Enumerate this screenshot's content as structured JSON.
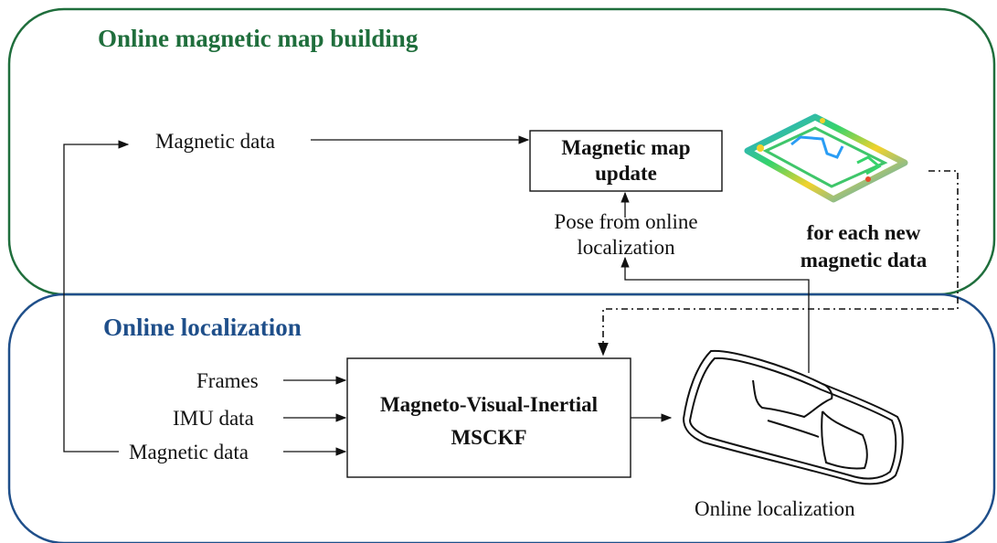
{
  "panels": {
    "map_building_title": "Online magnetic map building",
    "localization_title": "Online localization"
  },
  "map_building": {
    "magnetic_data_label": "Magnetic data",
    "map_update_line1": "Magnetic map",
    "map_update_line2": "update",
    "pose_line1": "Pose from online",
    "pose_line2": "localization",
    "note_line1": "for each new",
    "note_line2": "magnetic data"
  },
  "localization": {
    "inputs": [
      "Frames",
      "IMU data",
      "Magnetic data"
    ],
    "filter_line1": "Magneto-Visual-Inertial",
    "filter_line2": "MSCKF",
    "output_label": "Online localization"
  },
  "colors": {
    "green_frame": "#1f6e3c",
    "blue_frame": "#1f4f8a"
  },
  "icons": {
    "magnetic_map": "magnetic-map-heatmap-icon",
    "trajectory": "trajectory-sketch-icon"
  }
}
